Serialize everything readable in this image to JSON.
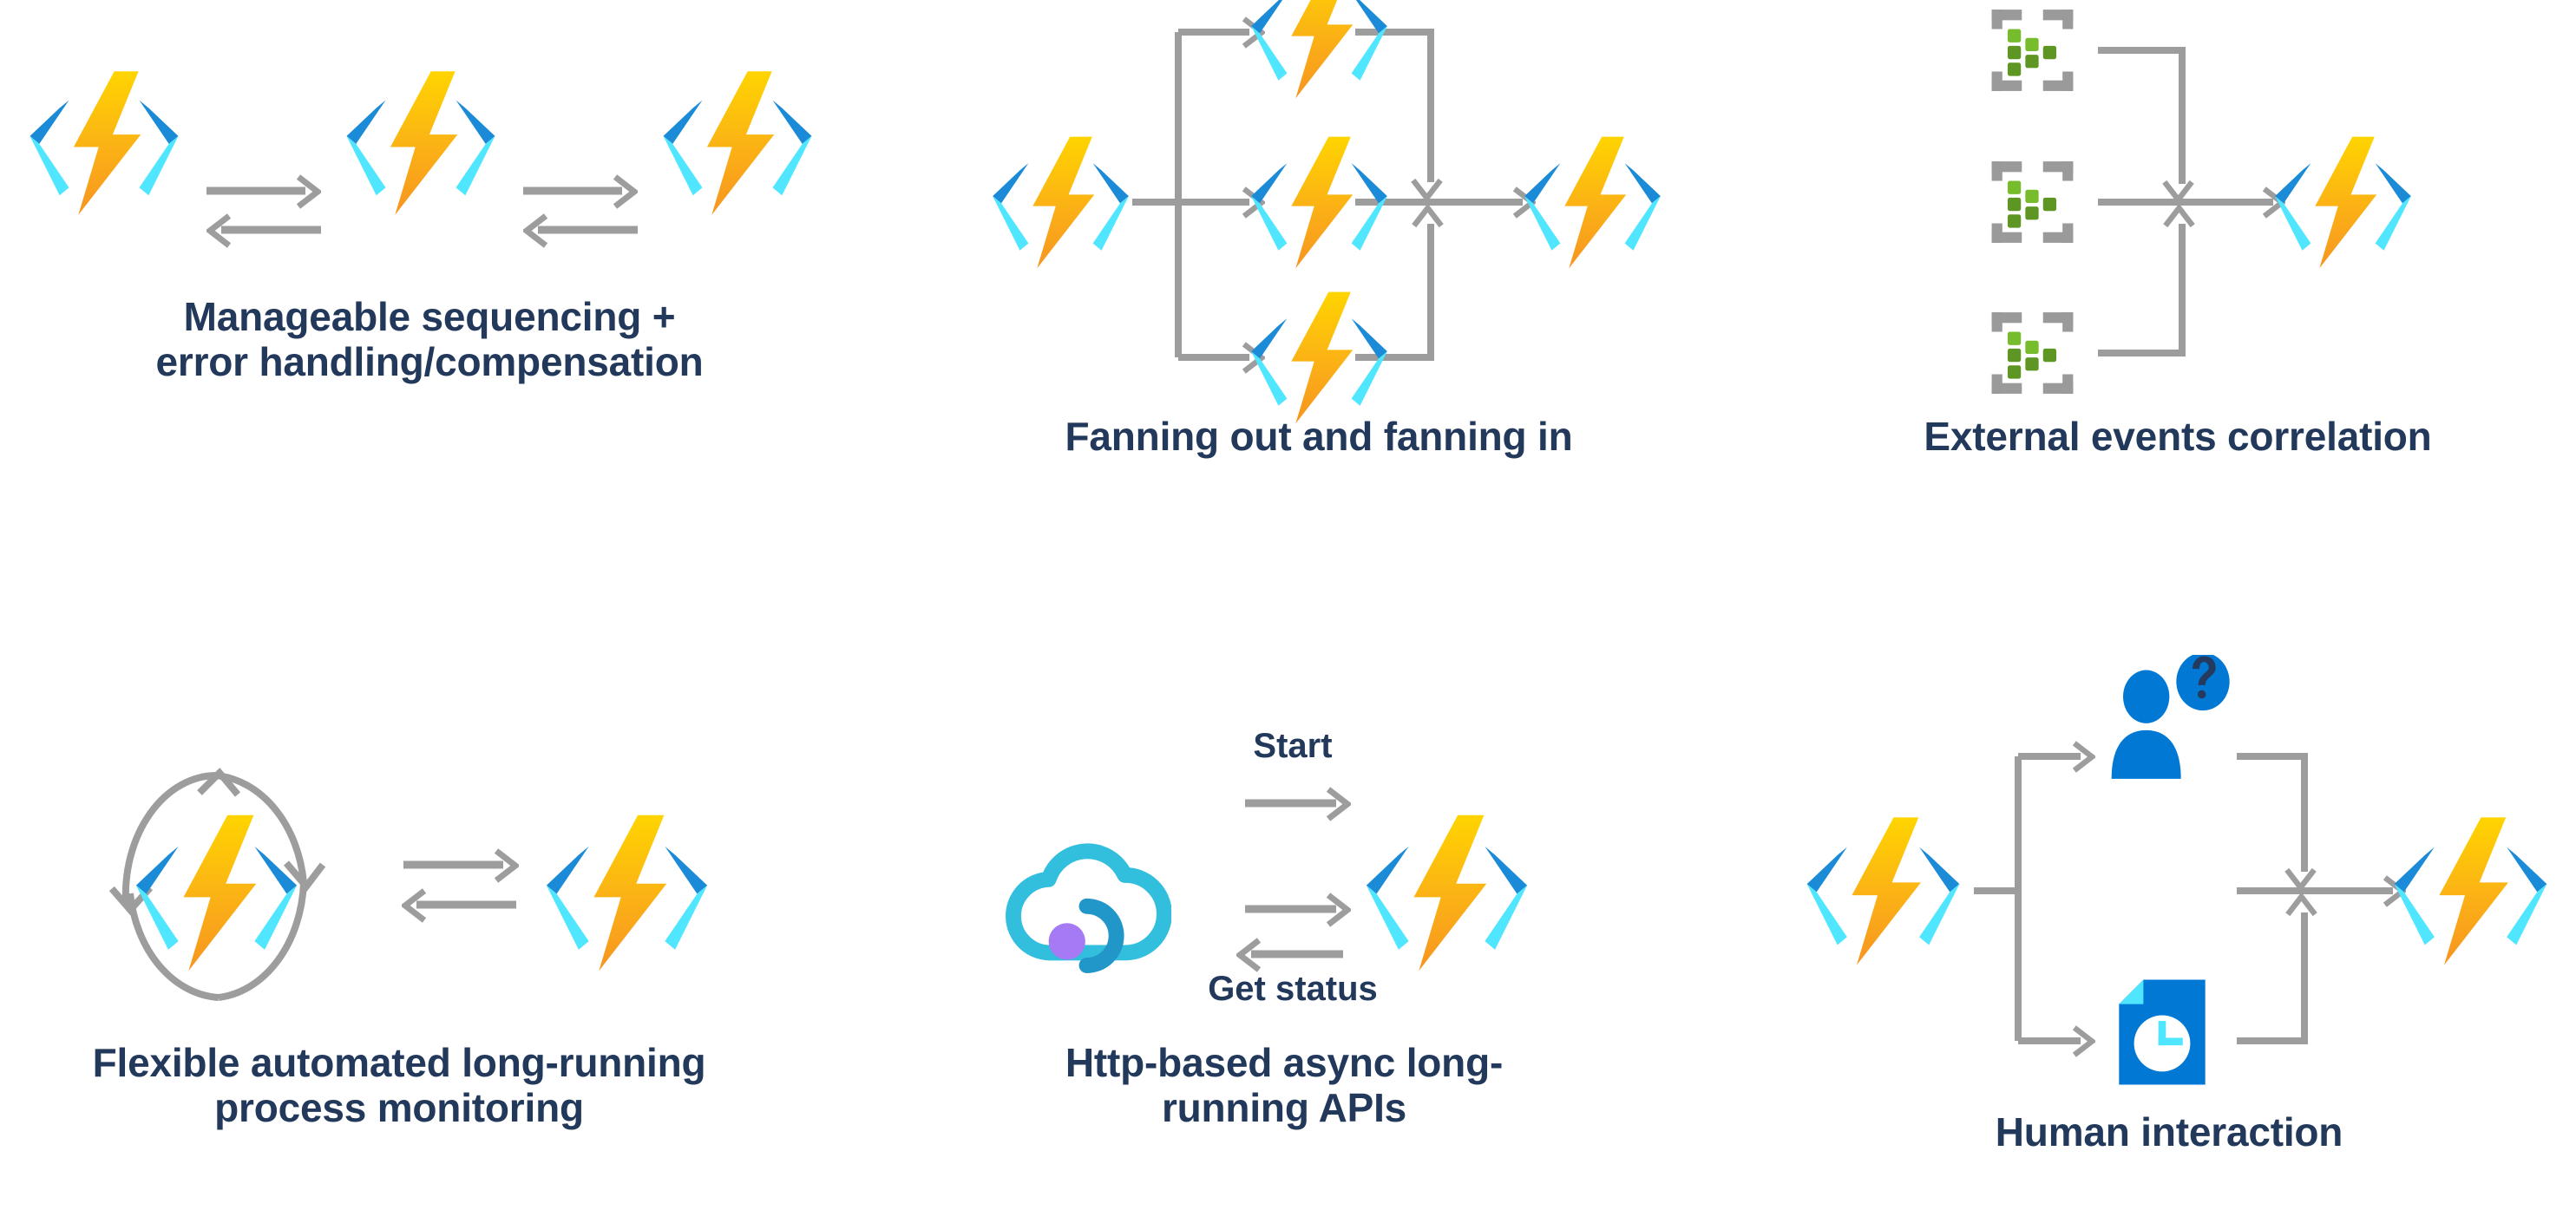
{
  "page": {
    "background": "#ffffff",
    "caption_color": "#23395b",
    "connector_color": "#9d9d9d"
  },
  "palette": {
    "function_yellow_top": "#ffd400",
    "function_orange": "#f7a01b",
    "function_blue_dark": "#1b8bd8",
    "function_blue_light": "#50e6ff",
    "event_grid_gray": "#9a9a9a",
    "event_grid_green_light": "#76bc2d",
    "event_grid_green_dark": "#5e9624",
    "person_blue": "#0078d4",
    "question_mark_navy": "#243a5e",
    "cloud_cyan": "#50e6ff",
    "cloud_teal": "#32bedd",
    "cloud_purple": "#a67af4",
    "timer_blue": "#0078d4",
    "timer_cyan": "#50e6ff"
  },
  "panels": [
    {
      "id": "manageable-sequencing",
      "caption": "Manageable sequencing +\nerror handling/compensation",
      "icons": [
        "azure-function-icon",
        "azure-function-icon",
        "azure-function-icon"
      ],
      "connectors": [
        "bidirectional-arrow-pair",
        "bidirectional-arrow-pair"
      ]
    },
    {
      "id": "fanning-out-fanning-in",
      "caption": "Fanning out and fanning in",
      "icons": [
        "azure-function-icon",
        "azure-function-icon",
        "azure-function-icon",
        "azure-function-icon",
        "azure-function-icon"
      ],
      "connectors": [
        "fan-out-bus",
        "fan-in-bus"
      ]
    },
    {
      "id": "external-events-correlation",
      "caption": "External events correlation",
      "icons": [
        "event-grid-icon",
        "event-grid-icon",
        "event-grid-icon",
        "azure-function-icon"
      ],
      "connectors": [
        "fan-in-bus"
      ]
    },
    {
      "id": "flexible-automated-long-running-process-monitoring",
      "caption": "Flexible automated long-running\nprocess monitoring",
      "icons": [
        "azure-function-icon",
        "azure-function-icon"
      ],
      "connectors": [
        "circular-loop-arrows",
        "bidirectional-arrow-pair"
      ]
    },
    {
      "id": "http-based-async-long-running-apis",
      "caption": "Http-based async long-\nrunning APIs",
      "icons": [
        "cloud-client-icon",
        "azure-function-icon"
      ],
      "connectors": [
        "start-arrow",
        "bidirectional-arrow-pair"
      ],
      "labels": {
        "start": "Start",
        "get_status": "Get status"
      }
    },
    {
      "id": "human-interaction",
      "caption": "Human interaction",
      "icons": [
        "azure-function-icon",
        "person-question-icon",
        "timer-document-icon",
        "azure-function-icon"
      ],
      "connectors": [
        "branch-out-bus",
        "branch-in-bus"
      ]
    }
  ]
}
